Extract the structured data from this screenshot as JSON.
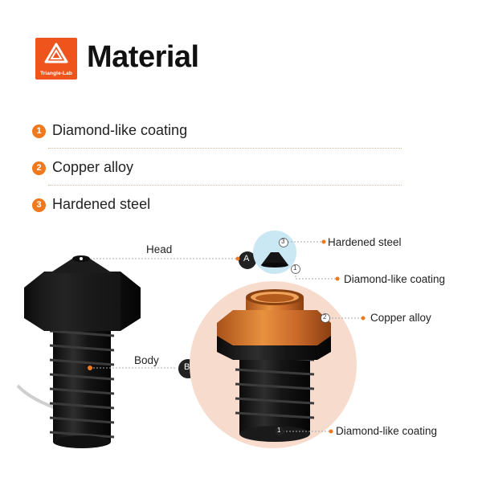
{
  "header": {
    "logo_text": "Triangle-Lab",
    "title": "Material"
  },
  "materials": [
    {
      "number": "1",
      "label": "Diamond-like coating"
    },
    {
      "number": "2",
      "label": "Copper alloy"
    },
    {
      "number": "3",
      "label": "Hardened steel"
    }
  ],
  "left_nozzle": {
    "head_label": "Head",
    "head_marker": "A",
    "body_label": "Body",
    "body_marker": "B"
  },
  "right_nozzle": {
    "callouts": {
      "top_steel": "Hardened steel",
      "top_coating": "Diamond-like coating",
      "copper": "Copper alloy",
      "bottom_coating": "Diamond-like coating"
    },
    "markers": {
      "steel": "3",
      "coating_top": "1",
      "copper": "2",
      "coating_bottom": "1"
    }
  },
  "colors": {
    "accent": "#f0541d",
    "number_badge": "#f0791d",
    "copper": "#d9772a",
    "circle_bg": "#f7dccd",
    "small_circle_bg": "#c9e8f4"
  }
}
